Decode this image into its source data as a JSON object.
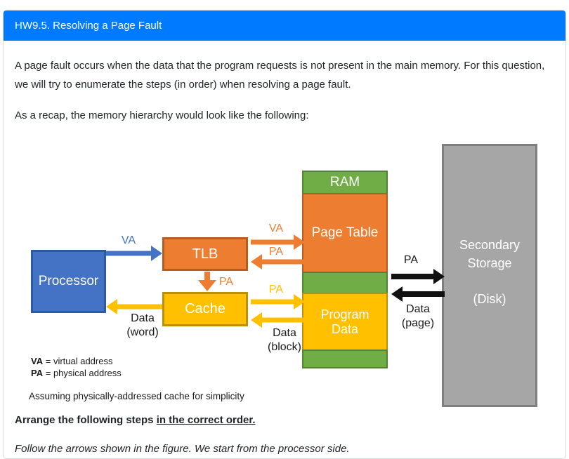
{
  "header": {
    "title": "HW9.5. Resolving a Page Fault"
  },
  "intro": {
    "paragraph1": "A page fault occurs when the data that the program requests is not present in the main memory. For this question, we will try to enumerate the steps (in order) when resolving a page fault.",
    "paragraph2": "As a recap, the memory hierarchy would look like the following:"
  },
  "diagram": {
    "processor_label": "Processor",
    "tlb_label": "TLB",
    "cache_label": "Cache",
    "ram_label": "RAM",
    "page_table_label": "Page Table",
    "program_data_label": "Program Data",
    "secondary_storage_label": "Secondary Storage",
    "disk_label": "(Disk)",
    "arrows": {
      "processor_to_tlb": "VA",
      "tlb_to_page_table": "VA",
      "page_table_to_tlb": "PA",
      "tlb_to_cache": "PA",
      "cache_to_ram": "PA",
      "ram_to_secondary": "PA",
      "cache_to_processor_line1": "Data",
      "cache_to_processor_line2": "(word)",
      "ram_to_cache_line1": "Data",
      "ram_to_cache_line2": "(block)",
      "secondary_to_ram_line1": "Data",
      "secondary_to_ram_line2": "(page)"
    },
    "legend": {
      "va_term": "VA",
      "va_definition": "= virtual address",
      "pa_term": "PA",
      "pa_definition": "= physical address",
      "note": "Assuming physically-addressed cache for simplicity"
    },
    "colors": {
      "processor_blue": "#4472C4",
      "tlb_orange": "#ED7D31",
      "cache_yellow": "#FFC000",
      "ram_green": "#70AD47",
      "storage_gray": "#A6A6A6",
      "arrow_black": "#111111",
      "header_blue": "#007bff"
    }
  },
  "prompt": {
    "arrange_prefix": "Arrange the following steps ",
    "arrange_underlined": "in the correct order.",
    "hint": "Follow the arrows shown in the figure. We start from the processor side."
  }
}
